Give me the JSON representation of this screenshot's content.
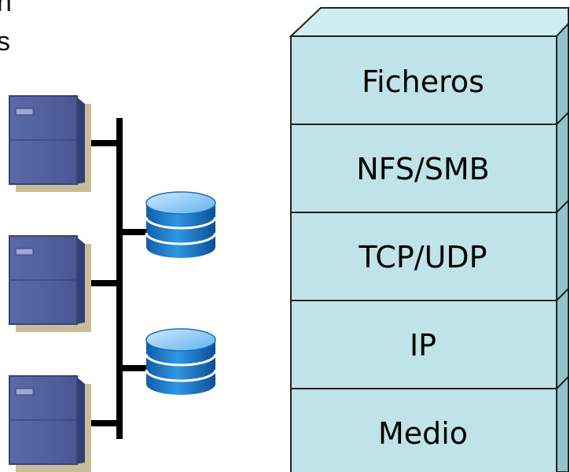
{
  "left_text_fragments": [
    "n",
    "s"
  ],
  "network": {
    "servers": [
      "server-icon",
      "server-icon",
      "server-icon"
    ],
    "storage": [
      "database-icon",
      "database-icon"
    ]
  },
  "protocol_stack": {
    "layers": [
      "Ficheros",
      "NFS/SMB",
      "TCP/UDP",
      "IP",
      "Medio"
    ]
  },
  "colors": {
    "layer_face": "#bfe3e8",
    "layer_side": "#8fc4cc",
    "server_blue": "#4d5c9c",
    "disk_blue": "#1f7fd0",
    "bus": "#000000"
  }
}
